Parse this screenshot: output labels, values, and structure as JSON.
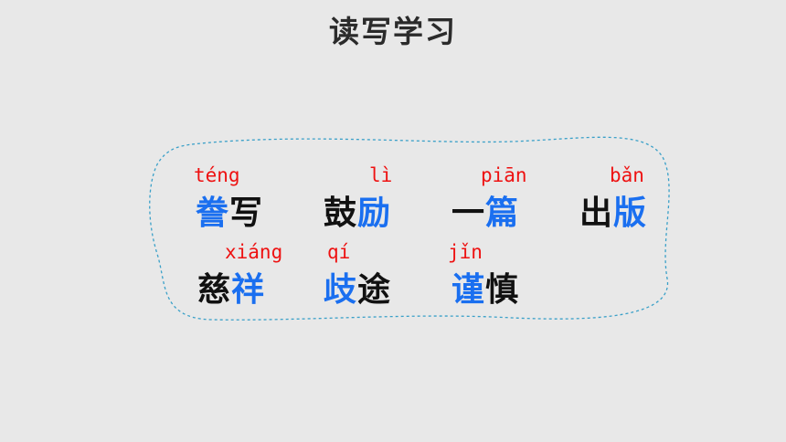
{
  "title": "读写学习",
  "colors": {
    "background": "#e8e8e8",
    "pinyin": "#ee1111",
    "highlight": "#1a6ff0",
    "text": "#111111",
    "border": "#3aa0c8"
  },
  "words": [
    {
      "pinyin": "téng",
      "first": "誊",
      "second": "写",
      "highlight": "first"
    },
    {
      "pinyin": "lì",
      "first": "鼓",
      "second": "励",
      "highlight": "second"
    },
    {
      "pinyin": "piān",
      "first": "一",
      "second": "篇",
      "highlight": "second"
    },
    {
      "pinyin": "bǎn",
      "first": "出",
      "second": "版",
      "highlight": "second"
    },
    {
      "pinyin": "xiáng",
      "first": "慈",
      "second": "祥",
      "highlight": "second"
    },
    {
      "pinyin": "qí",
      "first": "歧",
      "second": "途",
      "highlight": "first"
    },
    {
      "pinyin": "jǐn",
      "first": "谨",
      "second": "慎",
      "highlight": "first"
    }
  ]
}
